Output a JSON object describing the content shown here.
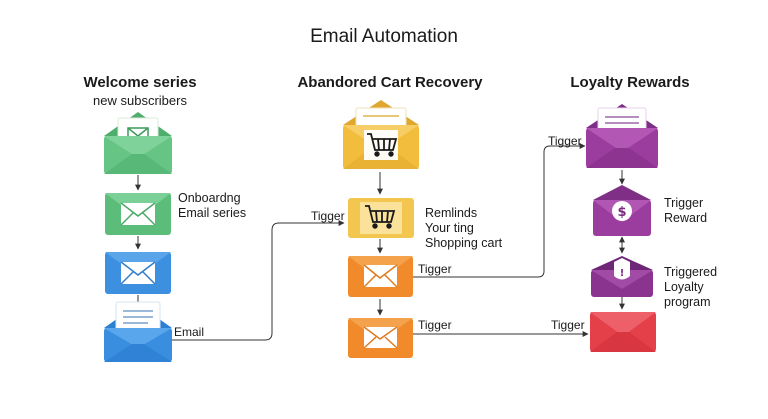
{
  "title": "Email Automation",
  "columns": {
    "welcome": {
      "heading": "Welcome series",
      "subtitle": "new subscribers",
      "onboarding_label": [
        "Onboardng",
        "Email series"
      ],
      "email_label": "Email"
    },
    "cart": {
      "heading": "Abandored Cart Recovery",
      "trigger_in_label": "Tigger",
      "reminder_label": [
        "Remlinds",
        "Your ting",
        "Shopping cart"
      ],
      "trigger_out_1": "Tigger",
      "trigger_out_2": "Tigger"
    },
    "loyalty": {
      "heading": "Loyalty Rewards",
      "trigger_in_label": "Tigger",
      "reward_label": [
        "Trigger",
        "Reward"
      ],
      "program_label": [
        "Triggered",
        "Loyalty",
        "program"
      ],
      "trigger_in_2": "Tigger"
    }
  },
  "colors": {
    "green": "#5dbf7c",
    "blue": "#3b8fdd",
    "yellow": "#f2bd3c",
    "orange": "#f08a2a",
    "purple": "#9b3d9e",
    "red": "#e4404a",
    "line": "#333333"
  }
}
